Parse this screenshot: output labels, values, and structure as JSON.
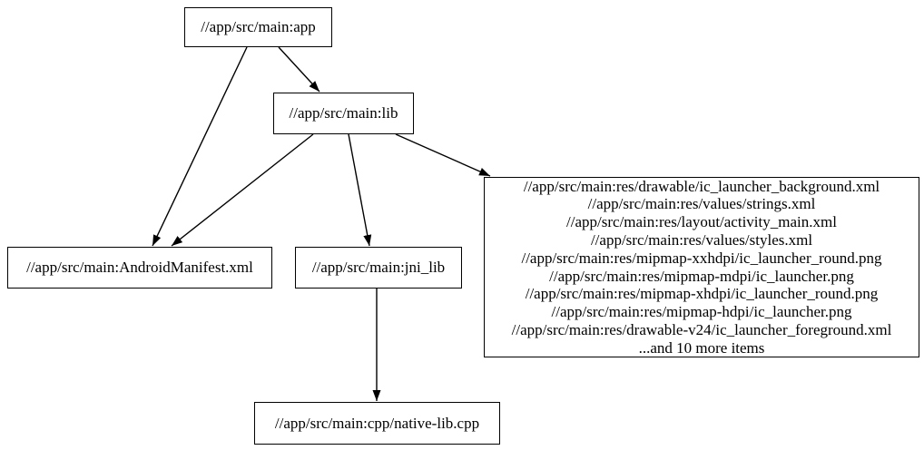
{
  "diagram": {
    "type": "build-dependency-graph",
    "background_color": "#ffffff",
    "node_fill_color": "#ffffff",
    "node_border_color": "#000000",
    "edge_color": "#000000"
  },
  "nodes": {
    "app": {
      "label": "//app/src/main:app"
    },
    "lib": {
      "label": "//app/src/main:lib"
    },
    "android_manifest": {
      "label": "//app/src/main:AndroidManifest.xml"
    },
    "jni_lib": {
      "label": "//app/src/main:jni_lib"
    },
    "res_group": {
      "lines": [
        "//app/src/main:res/drawable/ic_launcher_background.xml",
        "//app/src/main:res/values/strings.xml",
        "//app/src/main:res/layout/activity_main.xml",
        "//app/src/main:res/values/styles.xml",
        "//app/src/main:res/mipmap-xxhdpi/ic_launcher_round.png",
        "//app/src/main:res/mipmap-mdpi/ic_launcher.png",
        "//app/src/main:res/mipmap-xhdpi/ic_launcher_round.png",
        "//app/src/main:res/mipmap-hdpi/ic_launcher.png",
        "//app/src/main:res/drawable-v24/ic_launcher_foreground.xml",
        "...and 10 more items"
      ]
    },
    "native_lib_cpp": {
      "label": "//app/src/main:cpp/native-lib.cpp"
    }
  },
  "edges": [
    {
      "from": "//app/src/main:app",
      "to": "//app/src/main:lib"
    },
    {
      "from": "//app/src/main:app",
      "to": "//app/src/main:AndroidManifest.xml"
    },
    {
      "from": "//app/src/main:lib",
      "to": "//app/src/main:AndroidManifest.xml"
    },
    {
      "from": "//app/src/main:lib",
      "to": "//app/src/main:jni_lib"
    },
    {
      "from": "//app/src/main:lib",
      "to": "res-file-group"
    },
    {
      "from": "//app/src/main:jni_lib",
      "to": "//app/src/main:cpp/native-lib.cpp"
    }
  ]
}
